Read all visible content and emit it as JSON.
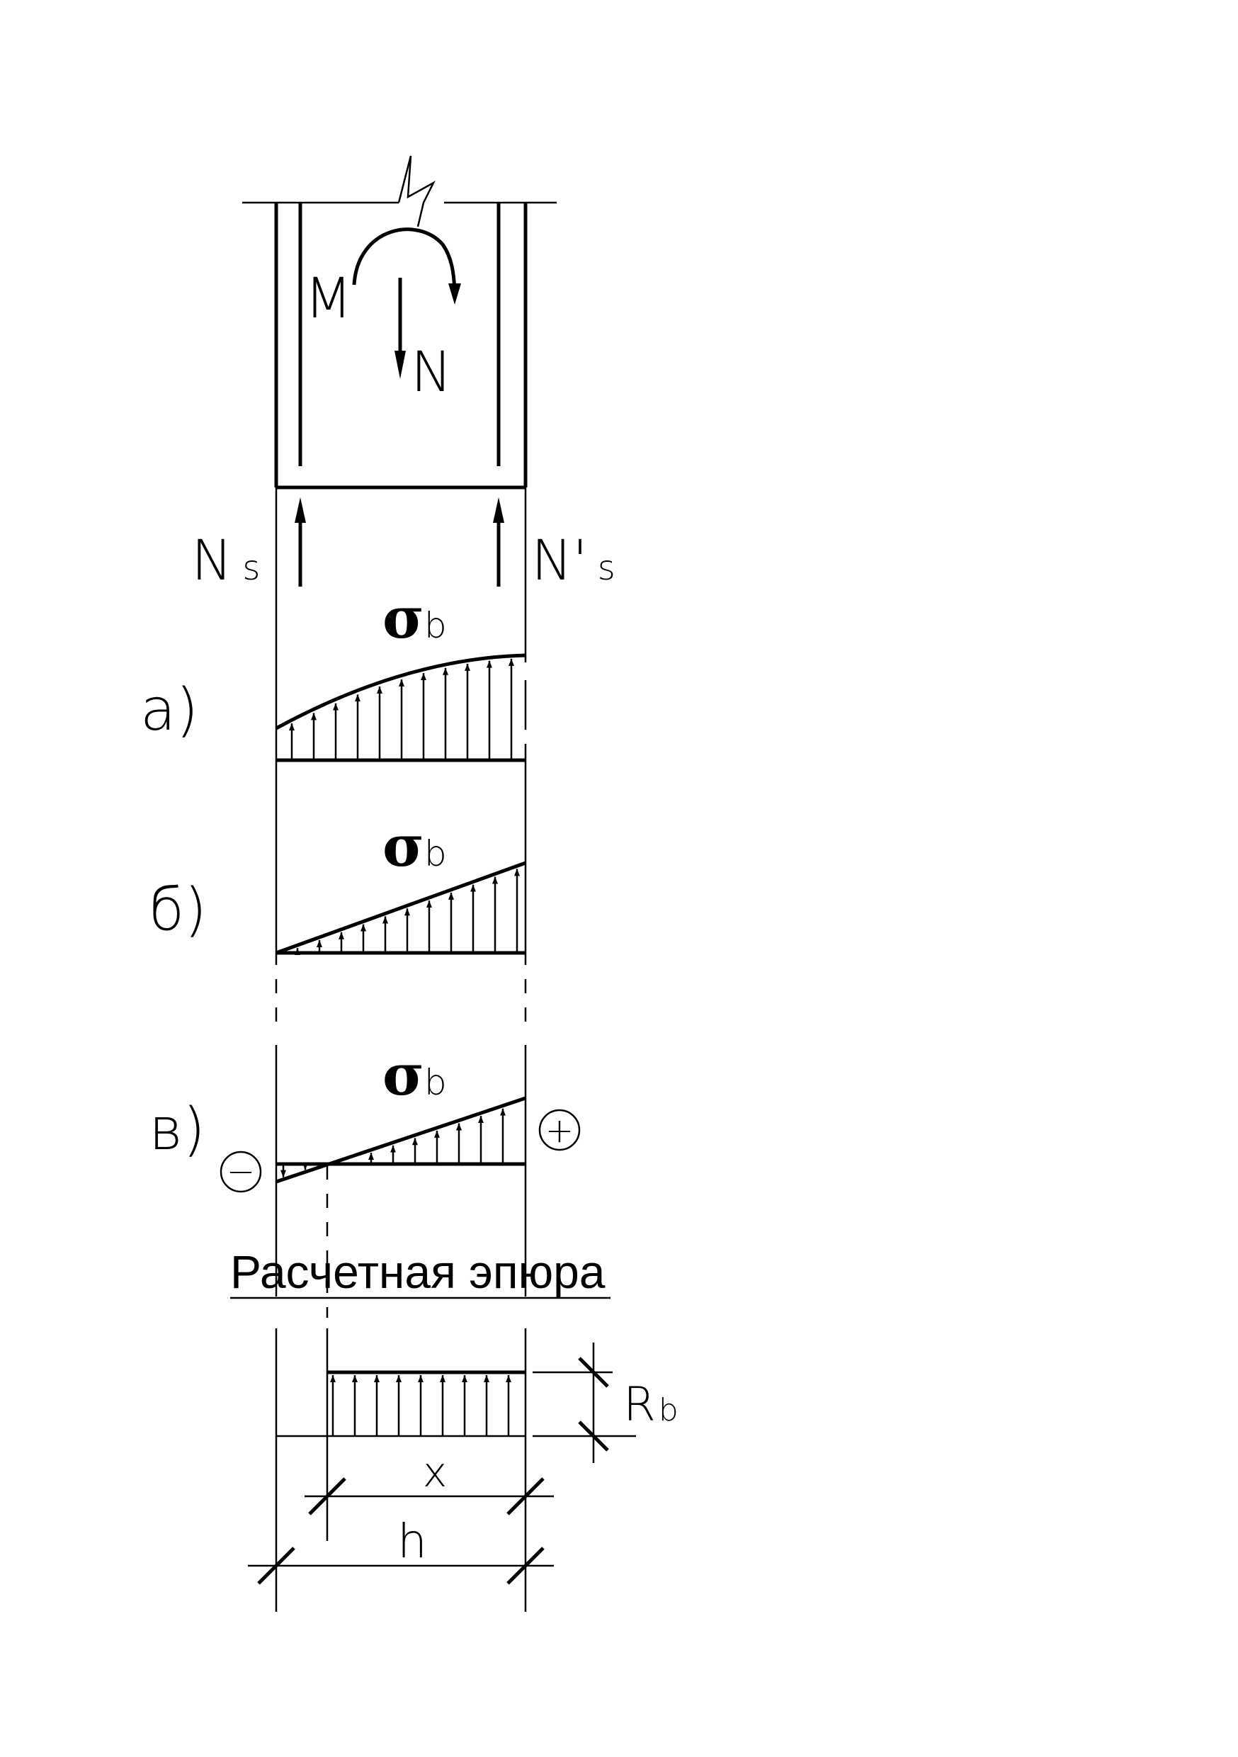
{
  "labels": {
    "moment": "M",
    "axial_force": "N",
    "ns_main": "N",
    "ns_sub": "s",
    "ns2_main": "N'",
    "ns2_sub": "s",
    "sigma_main": "σ",
    "sigma_sub": "b",
    "case_a": "а)",
    "case_b": "б)",
    "case_c": "в)",
    "plus": "+",
    "minus": "−",
    "caption": "Расчетная эпюра",
    "rb_main": "R",
    "rb_sub": "b",
    "x_dim": "x",
    "h_dim": "h"
  }
}
